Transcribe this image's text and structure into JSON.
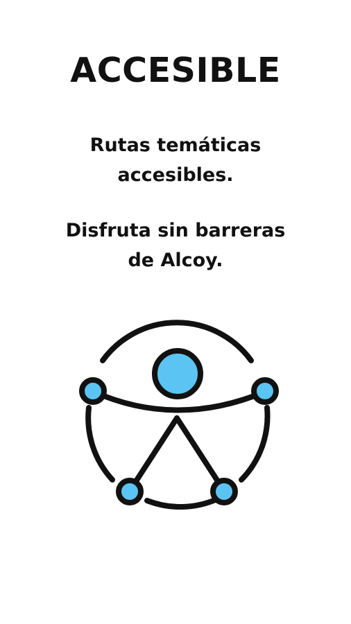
{
  "onboarding": {
    "title": "ACCESIBLE",
    "line1": "Rutas temáticas",
    "line2": "accesibles.",
    "line3": "Disfruta sin barreras",
    "line4": "de Alcoy.",
    "icon": "accessibility-icon",
    "accent_color": "#5bc4f2",
    "stroke_color": "#111111"
  }
}
